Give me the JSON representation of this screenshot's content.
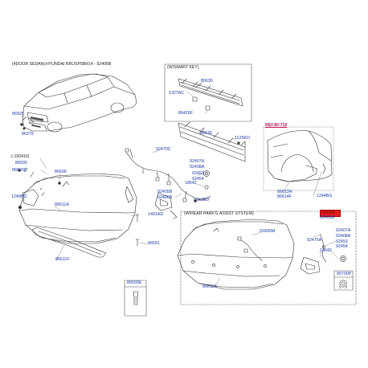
{
  "header": {
    "model_note": "(4DOOR SEDAN)",
    "model_title": "HYUNDAI RRUSP5BR14 - 92405B"
  },
  "sections": {
    "smart_key": "(W/SMART KEY)",
    "rear_park_assist": "(W/REAR PARK'G ASSIST SYSTEM)",
    "date_note": "(-150416)"
  },
  "reference": "REF.80-710",
  "highlight_color": "#e02020",
  "label_color": "#1c3aa8",
  "parts": {
    "p86925": "86925",
    "p86379": "86379",
    "p86590": "86590",
    "p86593D": "86593D",
    "p86690": "86690",
    "p1249BD_left": "1249BD",
    "p86611A_main": "86611A",
    "p86611F": "86611F",
    "p1491AD": "1491AD",
    "p86591": "86591",
    "p86593E": "86593E",
    "p86630_a": "86630",
    "p1327AC": "1327AC",
    "p86420F": "86420F",
    "p86630_b": "86630",
    "p1125KO": "1125KO",
    "p92470C": "92470C",
    "p92407A_a": "92407A",
    "p92408A_a": "92408A",
    "p92453_a": "92453",
    "p92454_a": "92454",
    "p18642_a": "18642",
    "p92405B": "92405B",
    "p92406B": "92406B",
    "p1249BD_mid": "1249BD",
    "p86613H": "86613H",
    "p86614F": "86614F",
    "p1244BG": "1244BG",
    "p91890M": "91890M",
    "p92475A": "92475A",
    "p92407A_b": "92407A",
    "p92408A_b": "92408A",
    "p92453_b": "92453",
    "p92454_b": "92454",
    "p18642_b": "18642",
    "p95700P": "95700P",
    "p86611A_park": "86611A",
    "p92405B_hl": "92405B",
    "p92406B_park": "92406B"
  }
}
